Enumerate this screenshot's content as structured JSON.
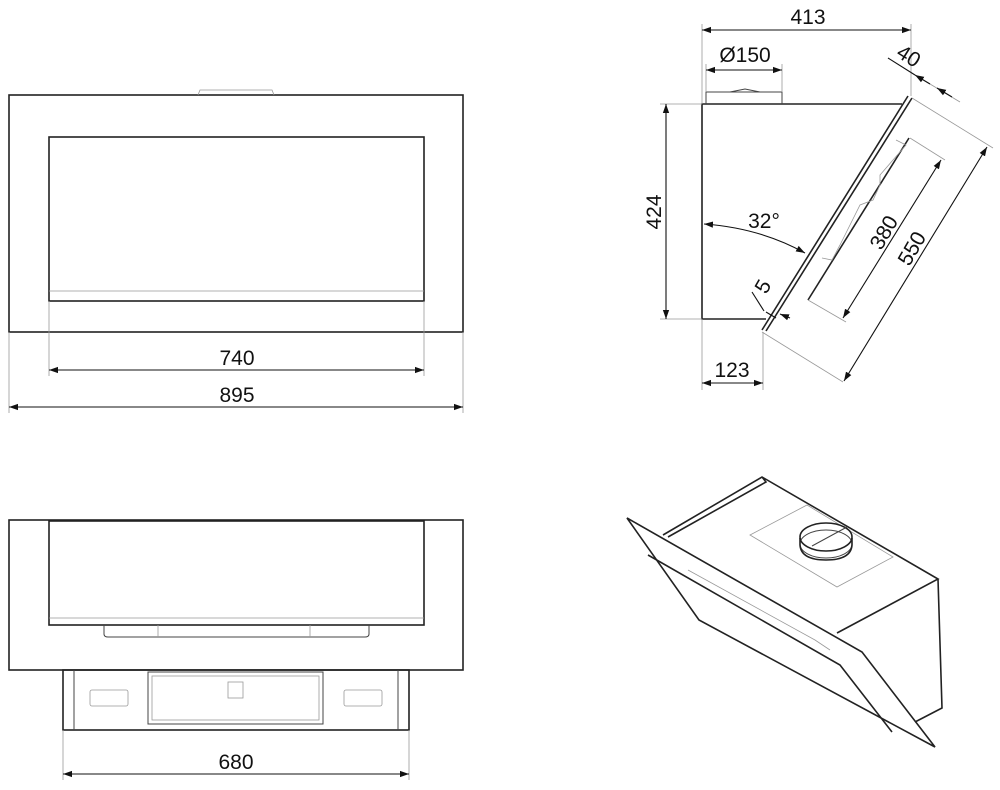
{
  "front_view": {
    "inner_width": "740",
    "outer_width": "895"
  },
  "side_view": {
    "depth": "413",
    "duct_diameter": "Ø150",
    "glass_offset": "40",
    "height": "424",
    "angle": "32°",
    "glass_thickness": "5",
    "filter_length": "380",
    "glass_length": "550",
    "bottom_offset": "123"
  },
  "bottom_view": {
    "body_width": "680"
  },
  "colors": {
    "line": "#222222",
    "thin": "#999999"
  }
}
